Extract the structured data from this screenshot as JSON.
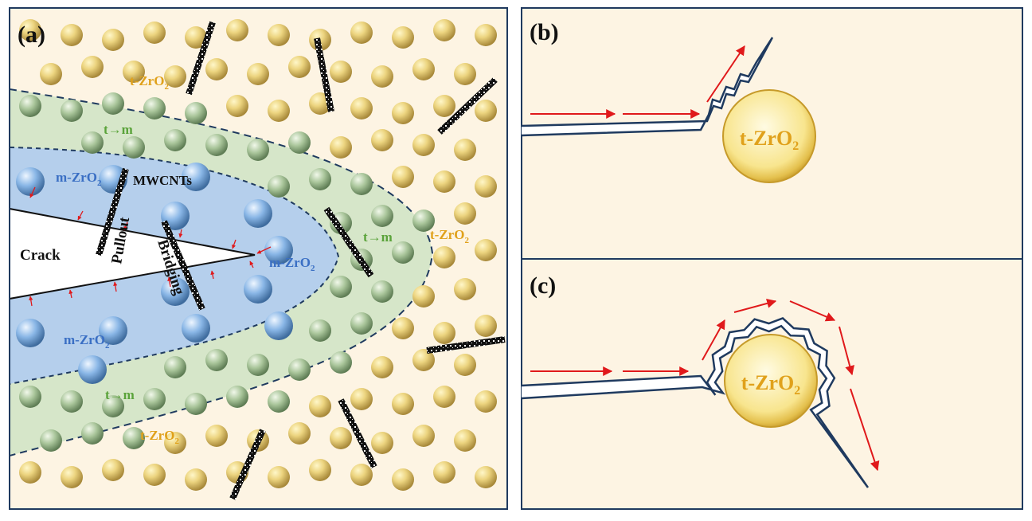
{
  "panels": {
    "a": {
      "label": "(a)",
      "labels": {
        "tzro2_top": "t-ZrO",
        "tzro2_right": "t-ZrO",
        "tzro2_bottom": "t-ZrO",
        "subscript": "2",
        "tm_top": "t→m",
        "tm_right": "t→m",
        "tm_bottom": "t→m",
        "mzro2_top": "m-ZrO",
        "mzro2_tip": "m-ZrO",
        "mzro2_bottom": "m-ZrO",
        "mwcnts": "MWCNTs",
        "pullout": "Pullout",
        "bridging": "Bridging",
        "crack": "Crack"
      }
    },
    "b": {
      "label": "(b)",
      "particle": "t-ZrO",
      "subscript": "2"
    },
    "c": {
      "label": "(c)",
      "particle": "t-ZrO",
      "subscript": "2"
    }
  },
  "colors": {
    "background": "#fdf4e3",
    "frame": "#1f3a5f",
    "transform_zone": "#d6e6c9",
    "mono_zone": "#b5cfec",
    "arrow": "#e0191b",
    "label_t": "#e0a11b",
    "label_tm": "#5aa33a",
    "label_m": "#3a6fc4"
  }
}
